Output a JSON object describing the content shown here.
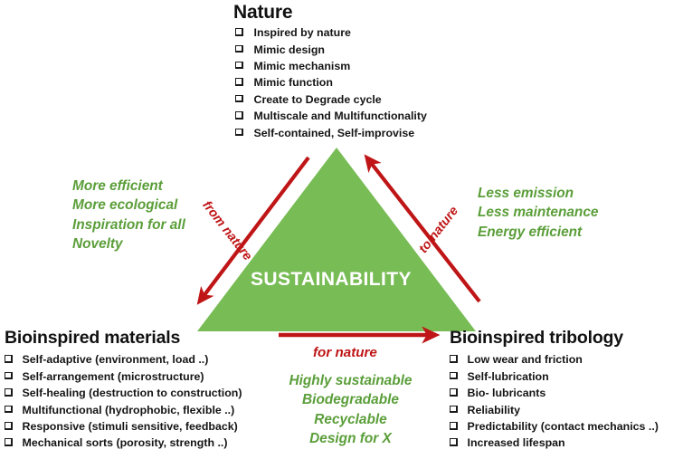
{
  "diagram": {
    "center_shape": "triangle",
    "center_label": "SUSTAINABILITY",
    "colors": {
      "triangle_green": "#78bc55",
      "arrow_red": "#bf1516",
      "green_text": "#5a9e39",
      "heading_black": "#111111",
      "background": "#ffffff"
    }
  },
  "nature": {
    "heading": "Nature",
    "items": [
      "Inspired by nature",
      "Mimic design",
      "Mimic mechanism",
      "Mimic function",
      "Create to Degrade cycle",
      "Multiscale and Multifunctionality",
      "Self-contained, Self-improvise"
    ]
  },
  "bioinspired_materials": {
    "heading": "Bioinspired materials",
    "items": [
      "Self-adaptive (environment, load ..)",
      "Self-arrangement (microstructure)",
      "Self-healing (destruction to construction)",
      "Multifunctional (hydrophobic, flexible ..)",
      "Responsive (stimuli sensitive, feedback)",
      "Mechanical sorts (porosity, strength ..)"
    ]
  },
  "bioinspired_tribology": {
    "heading": "Bioinspired tribology",
    "items": [
      "Low wear and friction",
      "Self-lubrication",
      "Bio- lubricants",
      "Reliability",
      "Predictability (contact mechanics ..)",
      "Increased lifespan"
    ]
  },
  "benefits_left": {
    "lines": [
      "More efficient",
      "More ecological",
      "Inspiration for all",
      "Novelty"
    ]
  },
  "benefits_right": {
    "lines": [
      "Less emission",
      "Less maintenance",
      "Energy efficient"
    ]
  },
  "benefits_bottom": {
    "lines": [
      "Highly sustainable",
      "Biodegradable",
      "Recyclable",
      "Design for X"
    ]
  },
  "arrows": {
    "from_nature": "from nature",
    "to_nature": "to nature",
    "for_nature": "for nature"
  }
}
